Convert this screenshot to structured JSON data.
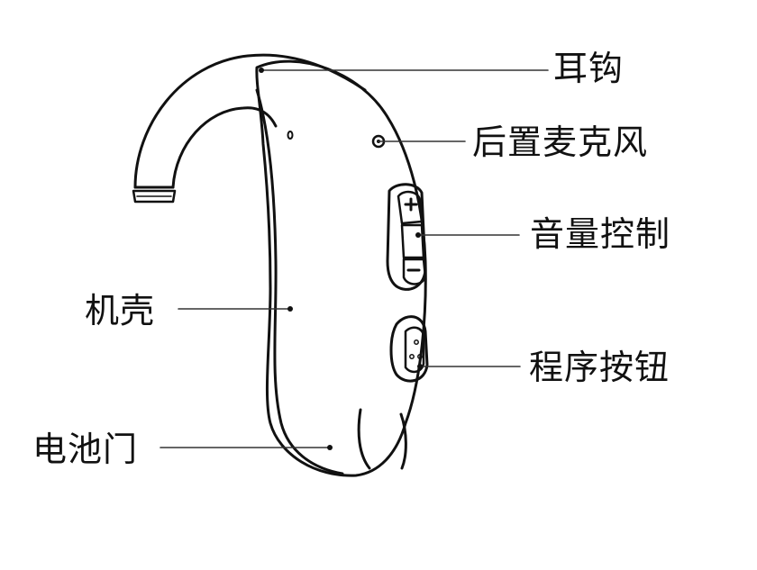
{
  "labels": {
    "ear_hook": "耳钩",
    "rear_mic": "后置麦克风",
    "volume_control": "音量控制",
    "shell": "机壳",
    "program_button": "程序按钮",
    "battery_door": "电池门"
  },
  "colors": {
    "ink": "#111111",
    "background": "#ffffff"
  }
}
